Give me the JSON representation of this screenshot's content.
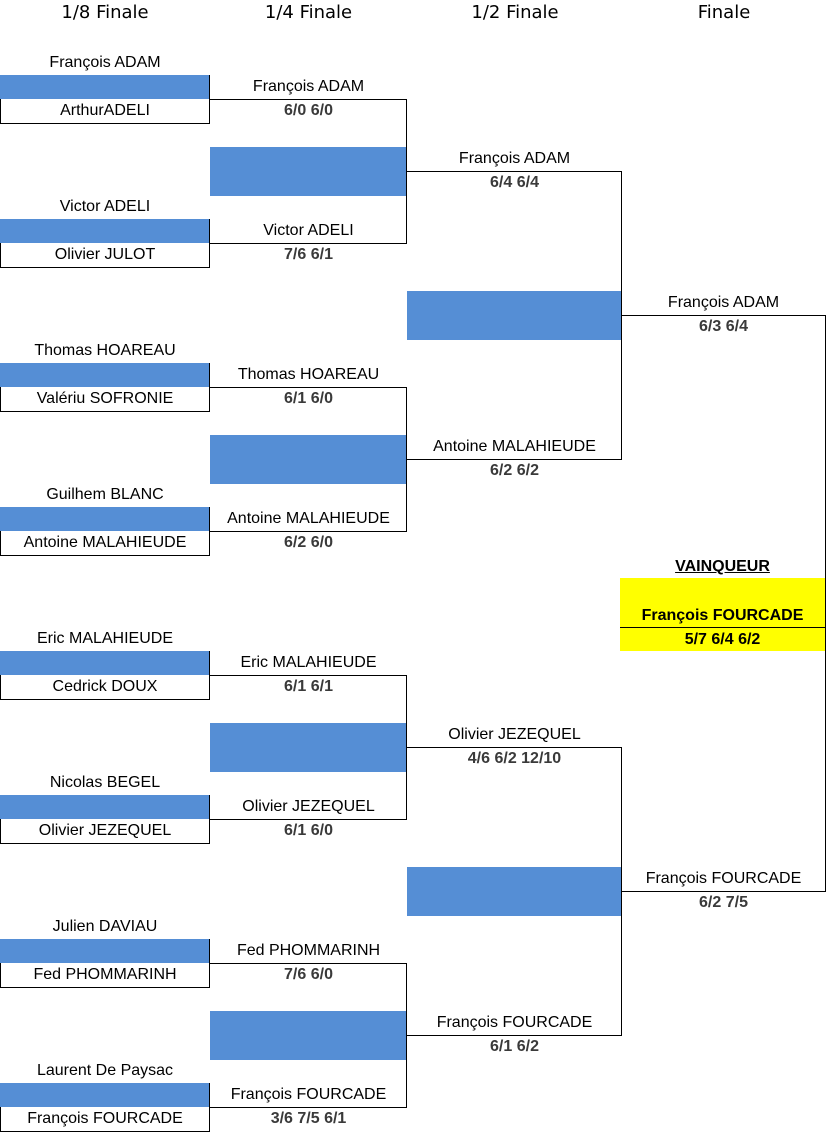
{
  "headers": [
    "1/8 Finale",
    "1/4 Finale",
    "1/2 Finale",
    "Finale"
  ],
  "r16": [
    {
      "top": "François ADAM",
      "bottom": "ArthurADELI"
    },
    {
      "top": "Victor ADELI",
      "bottom": "Olivier JULOT"
    },
    {
      "top": "Thomas HOAREAU",
      "bottom": "Valériu SOFRONIE"
    },
    {
      "top": "Guilhem BLANC",
      "bottom": "Antoine MALAHIEUDE"
    },
    {
      "top": "Eric MALAHIEUDE",
      "bottom": "Cedrick DOUX"
    },
    {
      "top": "Nicolas BEGEL",
      "bottom": "Olivier JEZEQUEL"
    },
    {
      "top": "Julien DAVIAU",
      "bottom": "Fed PHOMMARINH"
    },
    {
      "top": "Laurent De Paysac",
      "bottom": "François FOURCADE"
    }
  ],
  "qf": [
    {
      "winner": "François ADAM",
      "score": "6/0 6/0"
    },
    {
      "winner": "Victor ADELI",
      "score": "7/6 6/1"
    },
    {
      "winner": "Thomas HOAREAU",
      "score": "6/1 6/0"
    },
    {
      "winner": "Antoine MALAHIEUDE",
      "score": "6/2 6/0"
    },
    {
      "winner": "Eric MALAHIEUDE",
      "score": "6/1 6/1"
    },
    {
      "winner": "Olivier JEZEQUEL",
      "score": "6/1 6/0"
    },
    {
      "winner": "Fed PHOMMARINH",
      "score": "7/6 6/0"
    },
    {
      "winner": "François FOURCADE",
      "score": "3/6 7/5 6/1"
    }
  ],
  "sf": [
    {
      "winner": "François ADAM",
      "score": "6/4 6/4"
    },
    {
      "winner": "Antoine MALAHIEUDE",
      "score": "6/2 6/2"
    },
    {
      "winner": "Olivier JEZEQUEL",
      "score": "4/6 6/2 12/10"
    },
    {
      "winner": "François FOURCADE",
      "score": "6/1 6/2"
    }
  ],
  "final": [
    {
      "winner": "François ADAM",
      "score": "6/3 6/4"
    },
    {
      "winner": "François FOURCADE",
      "score": "6/2 7/5"
    }
  ],
  "champion": {
    "label": "VAINQUEUR",
    "name": "François FOURCADE",
    "score": "5/7 6/4 6/2"
  },
  "colors": {
    "slot": "#558ed5",
    "champion": "#ffff00"
  }
}
